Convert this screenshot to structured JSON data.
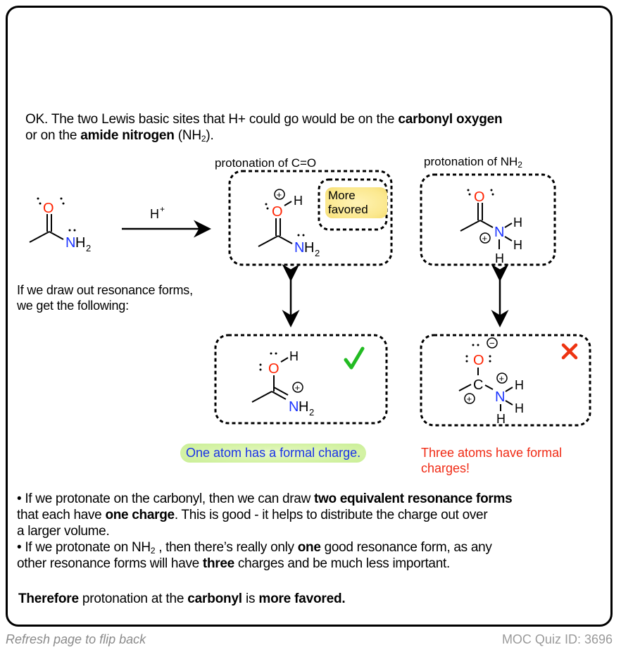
{
  "intro": {
    "line1_a": "OK. The two Lewis basic sites that H+ could go would be on the ",
    "line1_b": "carbonyl oxygen",
    "line2_a": "or on the ",
    "line2_b": "amide nitrogen",
    "line2_c": " (NH",
    "line2_sub": "2",
    "line2_d": ")."
  },
  "reaction": {
    "reagent": "H",
    "reagent_sup": "+",
    "left_label_a": "If we draw out resonance forms,",
    "left_label_b": "we get the following:"
  },
  "panels": {
    "co_title": "protonation of C=O",
    "nh_title_a": "protonation of NH",
    "nh_title_sub": "2",
    "more_favored_a": "More",
    "more_favored_b": "favored"
  },
  "atoms": {
    "O": "O",
    "N": "N",
    "H": "H",
    "C": "C",
    "H2": "H",
    "sub2": "2",
    "plus": "+",
    "minus": "−"
  },
  "verdicts": {
    "good": "One atom has a formal charge.",
    "bad_a": "Three atoms have formal",
    "bad_b": "charges!",
    "check_icon": "check-icon",
    "cross_icon": "cross-icon"
  },
  "body": {
    "p1_a": "• If we protonate on the carbonyl, then we can draw ",
    "p1_b": "two equivalent resonance forms",
    "p1_c": " that each have ",
    "p1_d": "one charge",
    "p1_e": ". This is good - it helps to distribute the charge out over",
    "p1_f": "a larger volume.",
    "p2_a": "• If we protonate on NH",
    "p2_sub": "2",
    "p2_b": " , then there’s really only ",
    "p2_c": "one",
    "p2_d": " good resonance form, as any",
    "p2_e": "other resonance forms will have ",
    "p2_f": "three",
    "p2_g": " charges and be much less important."
  },
  "conclusion": {
    "a": "Therefore",
    "b": " protonation at the ",
    "c": "carbonyl",
    "d": " is ",
    "e": "more favored."
  },
  "footer": {
    "refresh": "Refresh page to flip back",
    "quiz_id": "MOC Quiz ID: 3696"
  },
  "colors": {
    "oxygen": "#ff2200",
    "nitrogen": "#1a33ff",
    "check": "#22bb22",
    "cross": "#ee3311"
  }
}
